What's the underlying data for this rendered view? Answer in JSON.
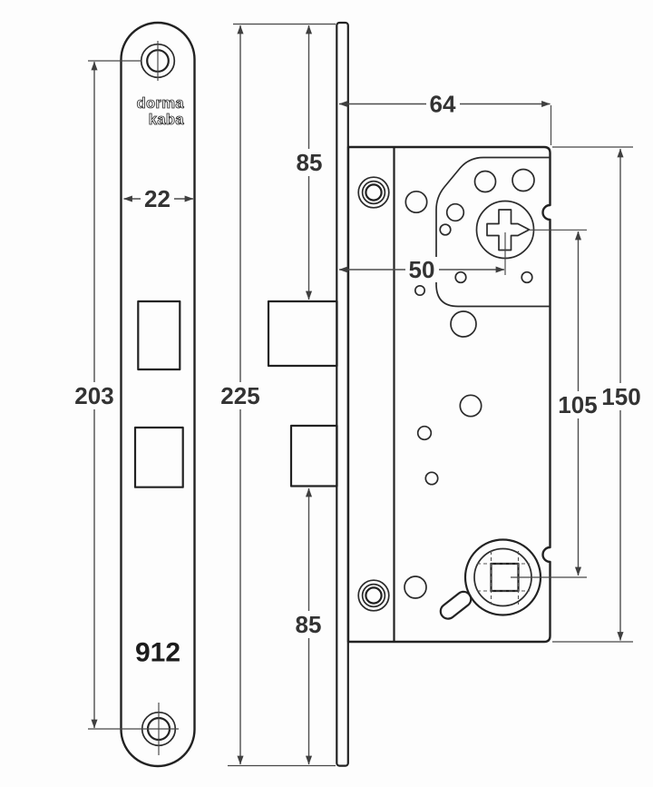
{
  "drawing": {
    "type": "technical-dimension-drawing",
    "subject": "mortise lock 912 front plate and lock case",
    "brand": {
      "line1": "dorma",
      "line2": "kaba"
    },
    "model": "912",
    "dimensions": {
      "faceplate_width": "22",
      "screw_hole_spacing": "203",
      "faceplate_length": "225",
      "top_edge_to_latch": "85",
      "deadbolt_to_bottom_edge": "85",
      "case_width": "64",
      "backset": "50",
      "cylinder_to_follower": "105",
      "case_height": "150"
    },
    "colors": {
      "background": "#fdfdfd",
      "part_line": "#222222",
      "dimension_line": "#4d4d4d",
      "dimension_text": "#333333"
    }
  }
}
